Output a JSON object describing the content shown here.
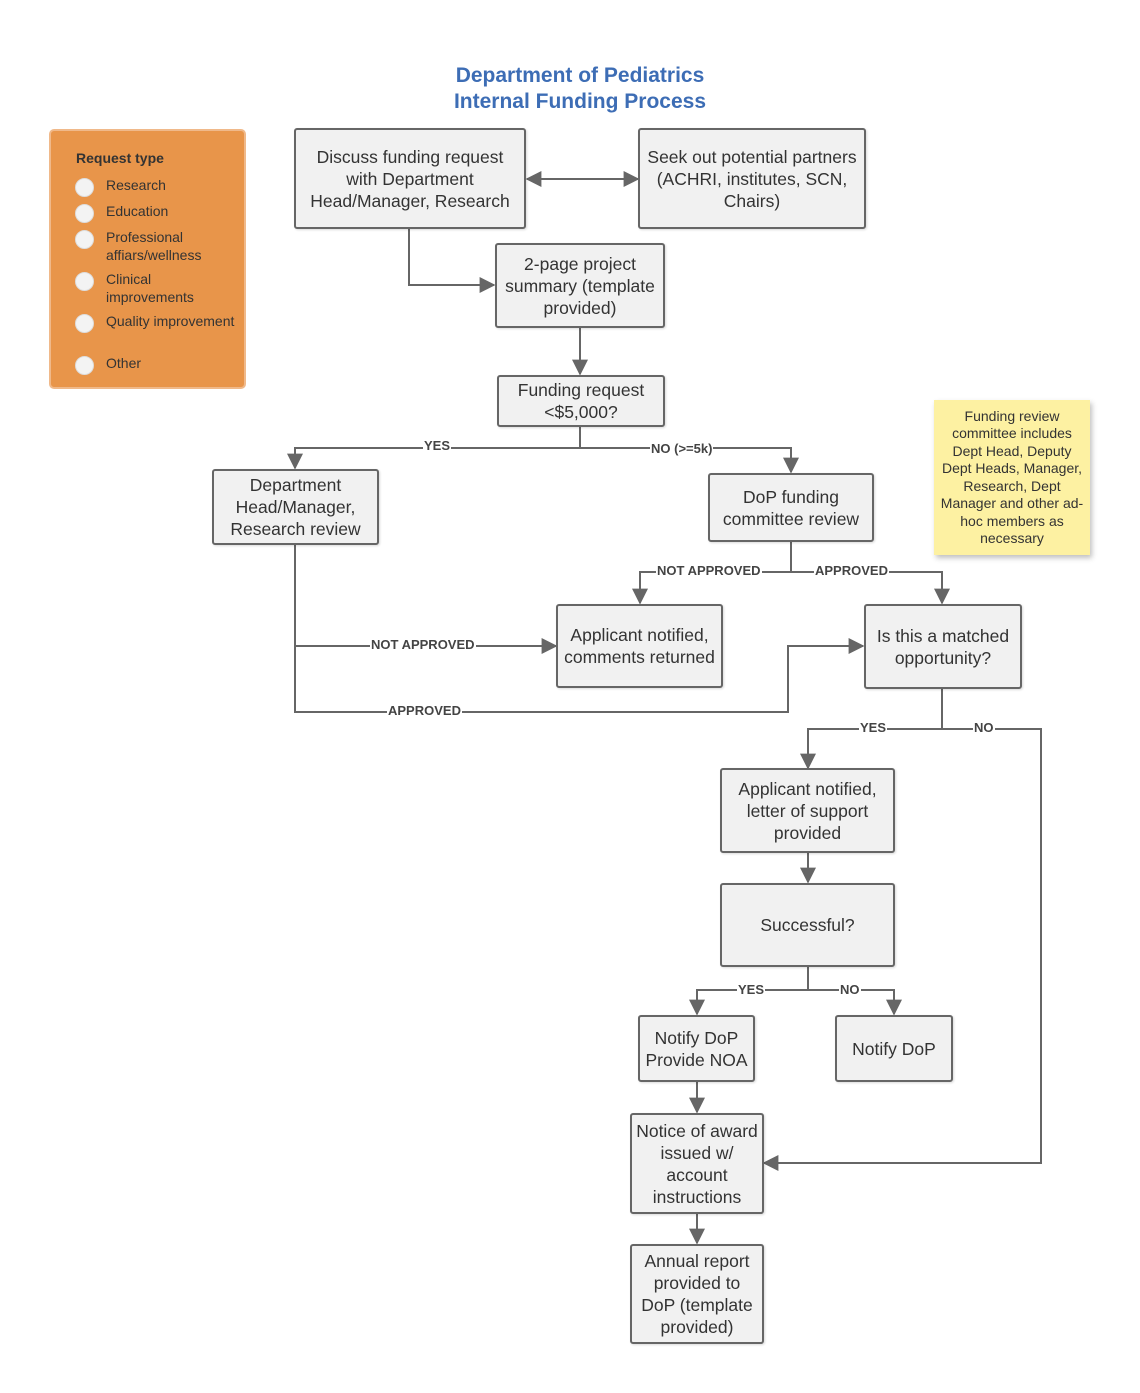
{
  "title": {
    "line1": "Department of Pediatrics",
    "line2": "Internal Funding Process"
  },
  "legend": {
    "title": "Request type",
    "items": [
      {
        "label": "Research"
      },
      {
        "label": "Education"
      },
      {
        "label": "Professional affiars/wellness"
      },
      {
        "label": "Clinical improvements"
      },
      {
        "label": "Quality improvement"
      },
      {
        "label": "Other"
      }
    ]
  },
  "note": "Funding review committee includes Dept Head, Deputy Dept Heads, Manager, Research, Dept Manager and other ad-hoc members as necessary",
  "nodes": {
    "discuss": "Discuss funding request with Department Head/Manager, Research",
    "partners": "Seek out potential partners (ACHRI, institutes, SCN, Chairs)",
    "summary": "2-page project summary (template provided)",
    "under5k": "Funding request <$5,000?",
    "dept_review": "Department Head/Manager, Research review",
    "dop_review": "DoP funding committee review",
    "notified_comments": "Applicant notified, comments returned",
    "matched": "Is this a matched opportunity?",
    "letter": "Applicant notified, letter of support provided",
    "successful": "Successful?",
    "notify_noa": "Notify DoP Provide NOA",
    "notify_dop": "Notify DoP",
    "notice_award": "Notice of award issued w/ account instructions",
    "annual_report": "Annual report provided to DoP (template provided)"
  },
  "edge_labels": {
    "yes_under5k": "YES",
    "no_over5k": "NO (>=5k)",
    "not_approved_committee": "NOT APPROVED",
    "approved_committee": "APPROVED",
    "not_approved_dept": "NOT APPROVED",
    "approved_dept": "APPROVED",
    "yes_matched": "YES",
    "no_matched": "NO",
    "yes_successful": "YES",
    "no_successful": "NO"
  },
  "colors": {
    "title": "#3d6db5",
    "legend_fill": "#e8954a",
    "note_fill": "#fdf1a2",
    "node_fill": "#f1f1f1",
    "node_border": "#666666"
  }
}
